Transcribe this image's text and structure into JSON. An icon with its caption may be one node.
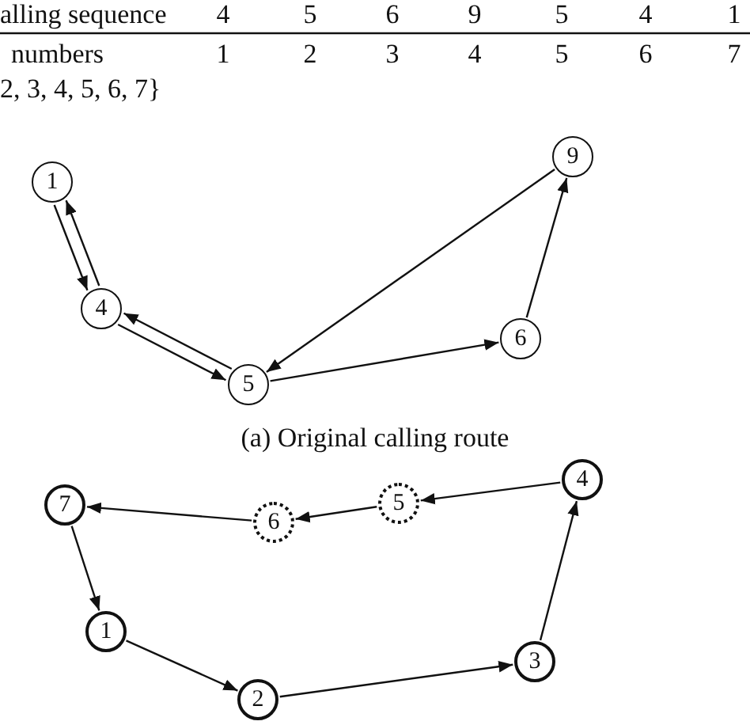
{
  "diagram": {
    "caption": "(a) Original calling route",
    "nodes": [
      {
        "text": [
          "1"
        ]
      },
      {
        "text": [
          "4"
        ]
      },
      {
        "text": [
          "5"
        ]
      },
      {
        "text": [
          "6"
        ]
      },
      {
        "text": [
          "9"
        ]
      },
      {
        "text": [
          "7"
        ]
      },
      {
        "text": [
          "6"
        ]
      },
      {
        "text": [
          "5"
        ]
      },
      {
        "text": [
          "4"
        ]
      },
      {
        "text": [
          "1"
        ]
      },
      {
        "text": [
          "2"
        ]
      },
      {
        "text": [
          "3"
        ]
      }
    ],
    "edges": [
      {
        "from": 0,
        "to": 1,
        "arrow": "to"
      },
      {
        "from": 1,
        "to": 0,
        "arrow": "to"
      },
      {
        "from": 1,
        "to": 2,
        "arrow": "to"
      },
      {
        "from": 2,
        "to": 1,
        "arrow": "to"
      },
      {
        "from": 2,
        "to": 3,
        "arrow": "to"
      },
      {
        "from": 3,
        "to": 4,
        "arrow": "to"
      },
      {
        "from": 4,
        "to": 2,
        "arrow": "to"
      },
      {
        "from": 8,
        "to": 7,
        "arrow": "to"
      },
      {
        "from": 7,
        "to": 6,
        "arrow": "to"
      },
      {
        "from": 6,
        "to": 5,
        "arrow": "to"
      },
      {
        "from": 5,
        "to": 9,
        "arrow": "to"
      },
      {
        "from": 9,
        "to": 10,
        "arrow": "to"
      },
      {
        "from": 10,
        "to": 11,
        "arrow": "to"
      },
      {
        "from": 11,
        "to": 8,
        "arrow": "to"
      }
    ],
    "labels": [
      "alling sequence",
      "4",
      "5",
      "6",
      "9",
      "5",
      "4",
      "1",
      "numbers",
      "1",
      "2",
      "3",
      "4",
      "5",
      "6",
      "7",
      "2, 3, 4, 5, 6, 7}"
    ]
  }
}
